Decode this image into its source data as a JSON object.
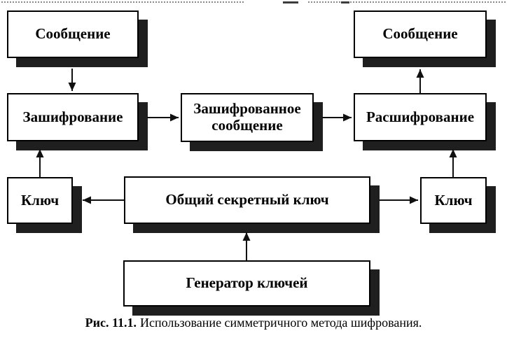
{
  "figure": {
    "nodes": {
      "message_left": {
        "label": "Сообщение"
      },
      "message_right": {
        "label": "Сообщение"
      },
      "encrypt": {
        "label": "Зашифрование"
      },
      "encrypted_message": {
        "label": "Зашифрованное сообщение"
      },
      "decrypt": {
        "label": "Расшифрование"
      },
      "key_left": {
        "label": "Ключ"
      },
      "shared_key": {
        "label": "Общий секретный ключ"
      },
      "key_right": {
        "label": "Ключ"
      },
      "key_generator": {
        "label": "Генератор ключей"
      }
    },
    "edges": [
      {
        "from": "message_left",
        "to": "encrypt"
      },
      {
        "from": "encrypt",
        "to": "encrypted_message"
      },
      {
        "from": "encrypted_message",
        "to": "decrypt"
      },
      {
        "from": "decrypt",
        "to": "message_right"
      },
      {
        "from": "key_left",
        "to": "encrypt"
      },
      {
        "from": "shared_key",
        "to": "key_left"
      },
      {
        "from": "shared_key",
        "to": "key_right"
      },
      {
        "from": "key_right",
        "to": "decrypt"
      },
      {
        "from": "key_generator",
        "to": "shared_key"
      }
    ],
    "caption": {
      "label": "Рис. 11.1.",
      "text": "Использование симметричного метода шифрования."
    },
    "colors": {
      "box_fill": "#ffffff",
      "box_border": "#000000",
      "shadow": "#1f1f1f",
      "arrow": "#101010",
      "page_bg": "#ffffff"
    }
  }
}
